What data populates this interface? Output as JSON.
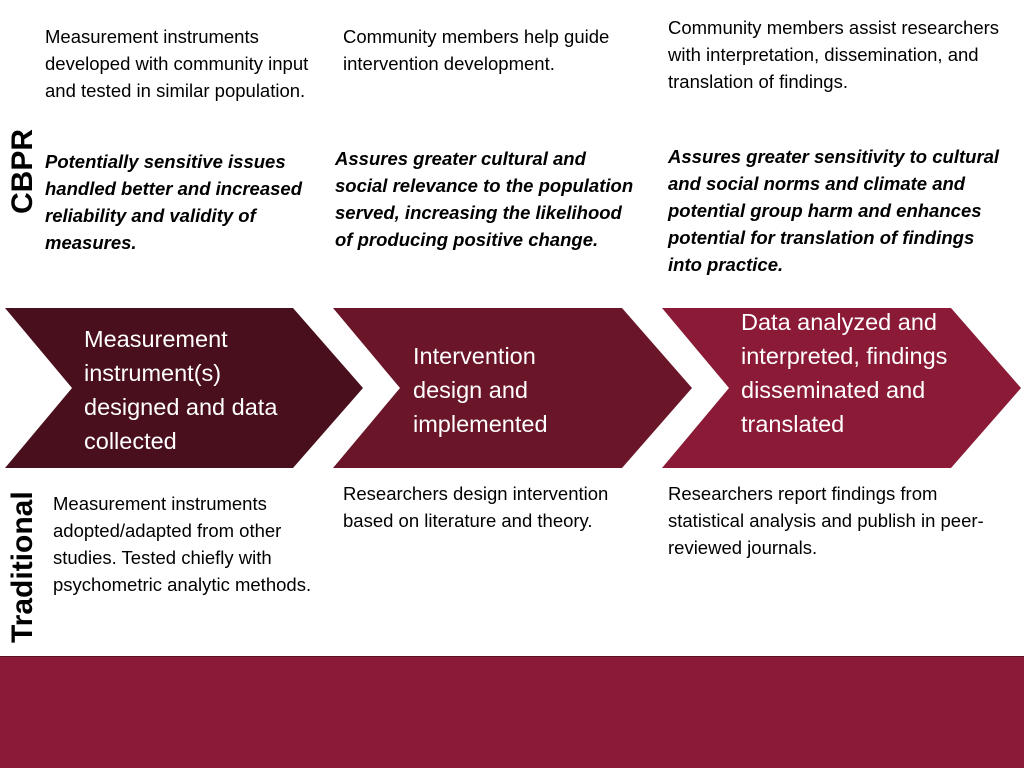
{
  "side_labels": {
    "cbpr": "CBPR",
    "traditional": "Traditional"
  },
  "cbpr": [
    {
      "description": "Measurement instruments developed with community input and tested in similar population.",
      "benefit": "Potentially sensitive issues handled better and increased reliability and validity of measures."
    },
    {
      "description": "Community members help guide intervention development.",
      "benefit": "Assures greater cultural and social relevance to the population served, increasing the likelihood of producing positive change."
    },
    {
      "description": "Community members assist researchers with interpretation, dissemination, and translation of findings.",
      "benefit": "Assures greater sensitivity to cultural and social norms and climate and potential group harm and enhances potential for translation of findings into practice."
    }
  ],
  "steps": [
    {
      "label": "Measurement instrument(s) designed and data collected",
      "color": "#4a0f1d"
    },
    {
      "label": "Intervention design and implemented",
      "color": "#6b1529"
    },
    {
      "label": "Data analyzed and interpreted, findings disseminated and translated",
      "color": "#8b1a37"
    }
  ],
  "traditional": [
    "Measurement instruments adopted/adapted from other studies.  Tested chiefly with psychometric analytic methods.",
    "Researchers design intervention based on literature and theory.",
    "Researchers report findings from statistical analysis and publish in peer-reviewed journals."
  ],
  "colors": {
    "band": "#8b1a37"
  }
}
